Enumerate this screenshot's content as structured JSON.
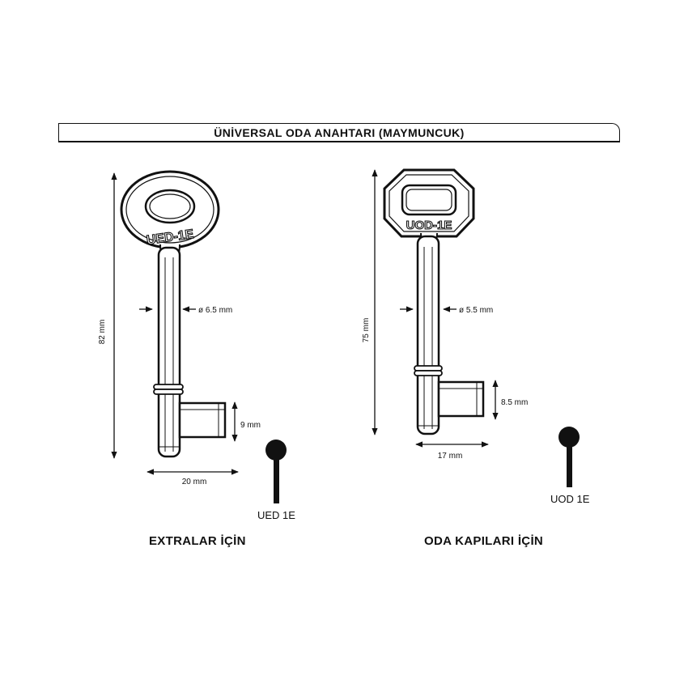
{
  "header": {
    "title": "ÜNİVERSAL ODA ANAHTARI (MAYMUNCUK)"
  },
  "left_key": {
    "engraving": "UED-1E",
    "length_label": "82 mm",
    "diameter_label": "ø 6.5 mm",
    "bit_height_label": "9 mm",
    "width_label": "20 mm",
    "keyhole_label": "UED 1E",
    "caption": "EXTRALAR İÇİN"
  },
  "right_key": {
    "engraving": "UOD-1E",
    "length_label": "75 mm",
    "diameter_label": "ø 5.5 mm",
    "bit_height_label": "8.5 mm",
    "width_label": "17 mm",
    "keyhole_label": "UOD 1E",
    "caption": "ODA KAPILARI İÇİN"
  }
}
